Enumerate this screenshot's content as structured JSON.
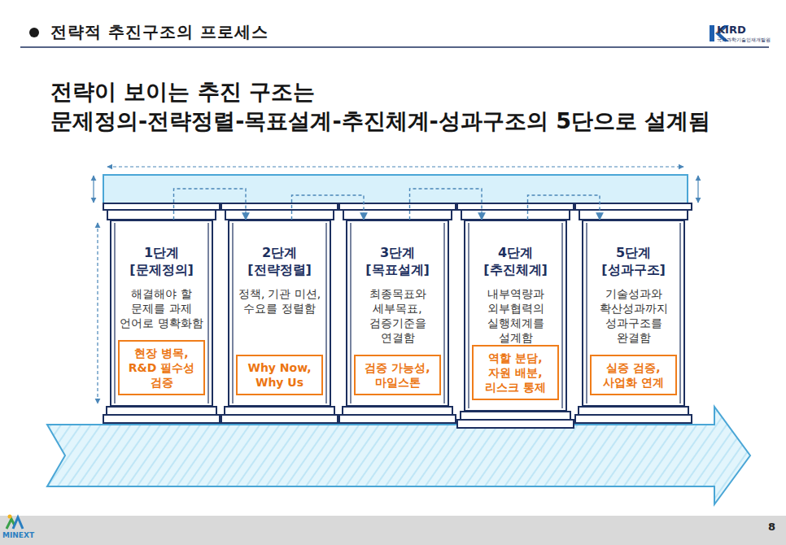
{
  "diagram": {
    "title": "전략적 추진구조의 프로세스",
    "nodes": [
      {
        "text": [
          "1단계",
          "[문제정의]",
          "해결해야 할 문제를 과제 언어로 명확화함"
        ]
      },
      {
        "text": [
          "현장 병목, R&D 필수성 검증"
        ],
        "in": 0
      },
      {
        "text": [
          "2단계",
          "[전략정렬]",
          "정책, 기관 미션, 수요를 정렬함"
        ]
      },
      {
        "text": [
          "Why Now, Why Us"
        ],
        "in": 2
      },
      {
        "text": [
          "3단계",
          "[목표설계]",
          "최종목표와 세부목표, 검증기준을 연결함"
        ]
      },
      {
        "text": [
          "검증 가능성, 마일스톤"
        ],
        "in": 4
      },
      {
        "text": [
          "4단계",
          "[추진체계]",
          "내부역량과 외부협력의 실행체계를 설계함"
        ]
      },
      {
        "text": [
          "역할 분담, 자원 배분, 리스크 통제"
        ],
        "in": 6
      },
      {
        "text": [
          "5단계",
          "[성과구조]",
          "기술성과와 확산성과까지 성과구조를 완결함"
        ]
      },
      {
        "text": [
          "실증 검증, 사업화 연계"
        ],
        "in": 8
      }
    ],
    "edges": [
      {
        "from": 0,
        "to": 2,
        "arrow": "to"
      },
      {
        "from": 2,
        "to": 4,
        "arrow": "to"
      },
      {
        "from": 4,
        "to": 6,
        "arrow": "to"
      },
      {
        "from": 6,
        "to": 8,
        "arrow": "to"
      }
    ],
    "labels": [
      "전략이 보이는 추진 구조는",
      "문제정의-전략정렬-목표설계-추진체계-성과구조의 5단으로 설계됨",
      "KIRD",
      "국가과학기술인재개발원",
      "MINEXT",
      "8"
    ]
  }
}
